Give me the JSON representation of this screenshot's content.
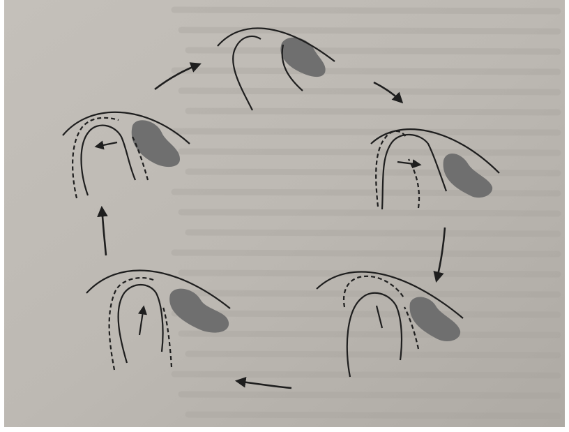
{
  "image": {
    "kind": "photograph of a printed book page with a cyclic line diagram",
    "paper_color": "#bdb9b3",
    "ink_color": "#1e1e1e",
    "shade_color": "#6f6f6f",
    "border_color": "#ffffff"
  },
  "diagram": {
    "stage_count": 5,
    "arrow_count": 5,
    "stages": [
      {
        "name": "stage-top",
        "has_dashed_outline": false,
        "has_motion_arrow": false
      },
      {
        "name": "stage-right-upper",
        "has_dashed_outline": true,
        "has_motion_arrow": true
      },
      {
        "name": "stage-right-lower",
        "has_dashed_outline": true,
        "has_motion_arrow": true
      },
      {
        "name": "stage-left-lower",
        "has_dashed_outline": true,
        "has_motion_arrow": true
      },
      {
        "name": "stage-left-upper",
        "has_dashed_outline": true,
        "has_motion_arrow": true
      }
    ]
  }
}
